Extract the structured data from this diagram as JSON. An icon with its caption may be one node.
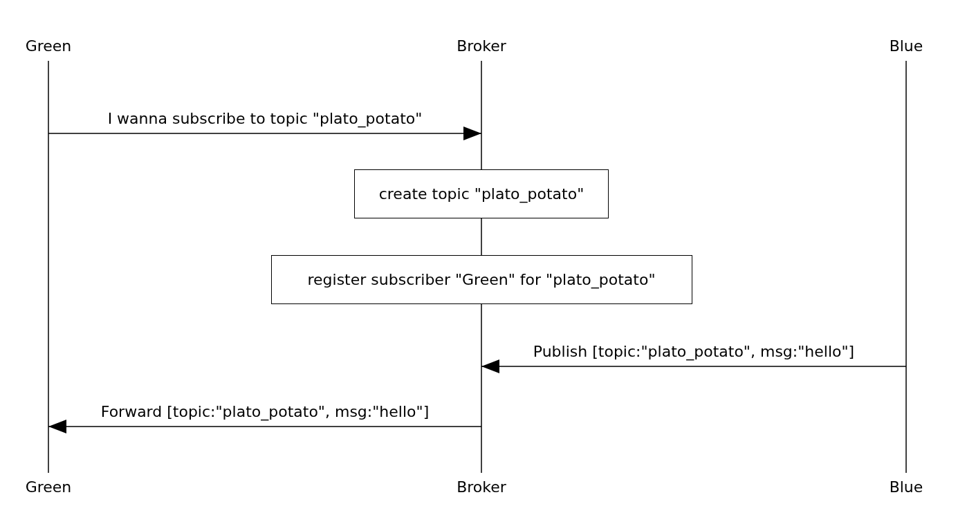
{
  "diagram": {
    "nodes": [
      {
        "text": [
          "Green",
          "Green"
        ]
      },
      {
        "text": [
          "Broker",
          "Broker"
        ]
      },
      {
        "text": [
          "Blue",
          "Blue"
        ]
      },
      {
        "text": [
          "create topic \"plato_potato\""
        ]
      },
      {
        "text": [
          "register subscriber \"Green\" for \"plato_potato\""
        ]
      }
    ],
    "edges": [
      {
        "from": 0,
        "to": 1,
        "arrow": "to",
        "label": "I wanna subscribe to topic \"plato_potato\""
      },
      {
        "from": 2,
        "to": 1,
        "arrow": "to",
        "label": "Publish [topic:\"plato_potato\", msg:\"hello\"]"
      },
      {
        "from": 1,
        "to": 0,
        "arrow": "to",
        "label": "Forward [topic:\"plato_potato\", msg:\"hello\"]"
      }
    ]
  }
}
